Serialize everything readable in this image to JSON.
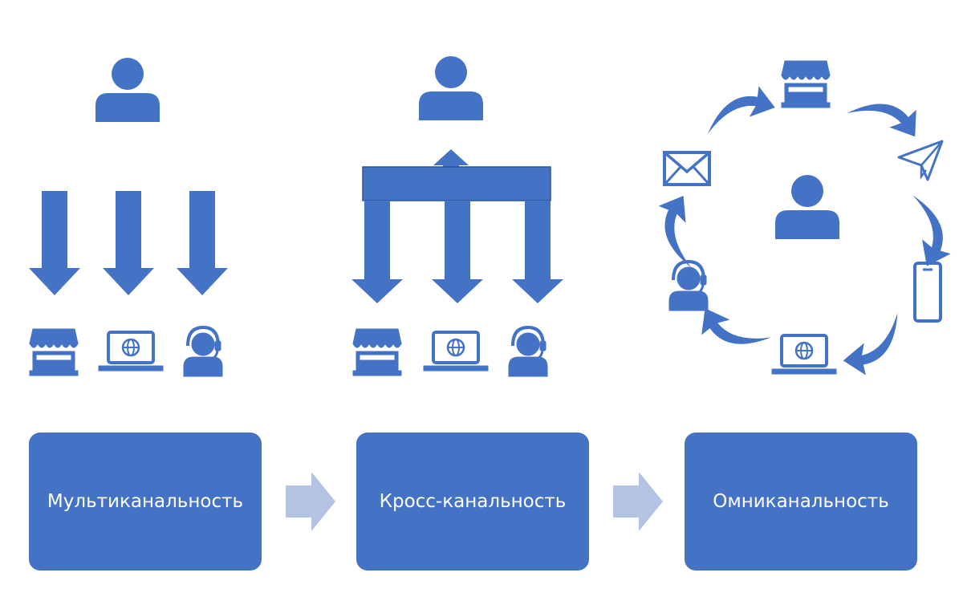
{
  "colors": {
    "primary": "#4472C4",
    "arrow_light": "#B4C3E1",
    "background": "#FFFFFF"
  },
  "stages": [
    {
      "label": "Мультиканальность"
    },
    {
      "label": "Кросс-канальность"
    },
    {
      "label": "Омниканальность"
    }
  ],
  "icons": {
    "user": "user-icon",
    "store": "store-icon",
    "laptop": "laptop-globe-icon",
    "operator": "operator-headset-icon",
    "mail": "mail-icon",
    "paper_plane": "paper-plane-icon",
    "phone": "phone-icon"
  }
}
